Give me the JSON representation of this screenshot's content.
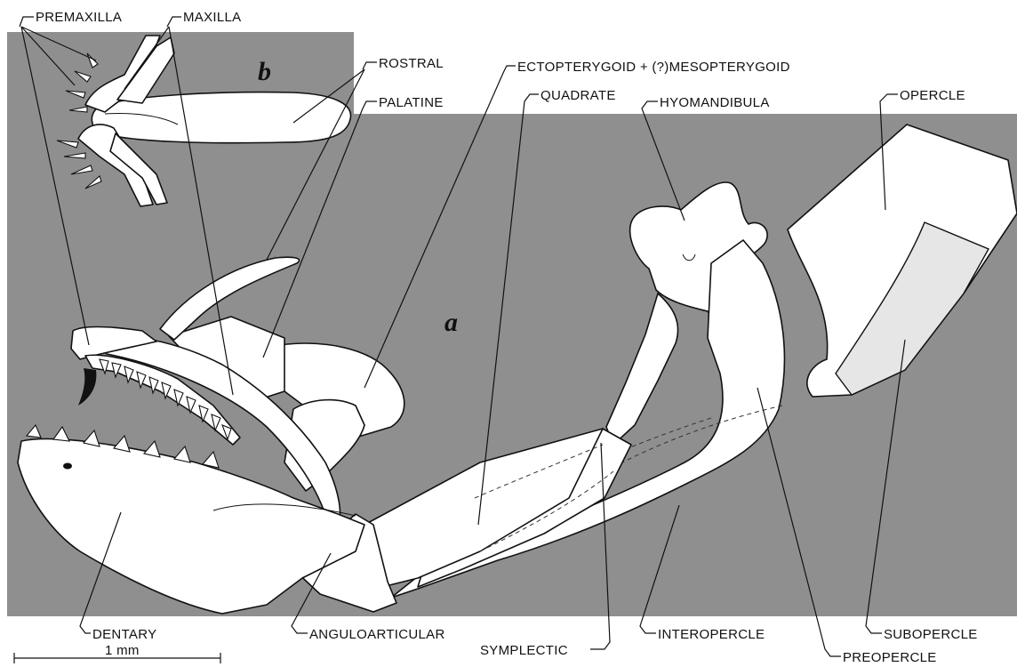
{
  "panels": {
    "main_letter": "a",
    "inset_letter": "b"
  },
  "labels": {
    "premaxilla": "PREMAXILLA",
    "maxilla": "MAXILLA",
    "rostral": "ROSTRAL",
    "palatine": "PALATINE",
    "ectopterygoid": "ECTOPTERYGOID + (?)MESOPTERYGOID",
    "quadrate": "QUADRATE",
    "hyomandibula": "HYOMANDIBULA",
    "opercle": "OPERCLE",
    "dentary": "DENTARY",
    "anguloarticular": "ANGULOARTICULAR",
    "symplectic": "SYMPLECTIC",
    "interopercle": "INTEROPERCLE",
    "preopercle": "PREOPERCLE",
    "subopercle": "SUBOPERCLE"
  },
  "scale_bar": {
    "label": "1 mm"
  },
  "colors": {
    "background_panel": "#8f8f8f",
    "bone": "#ffffff",
    "ink": "#111111"
  }
}
